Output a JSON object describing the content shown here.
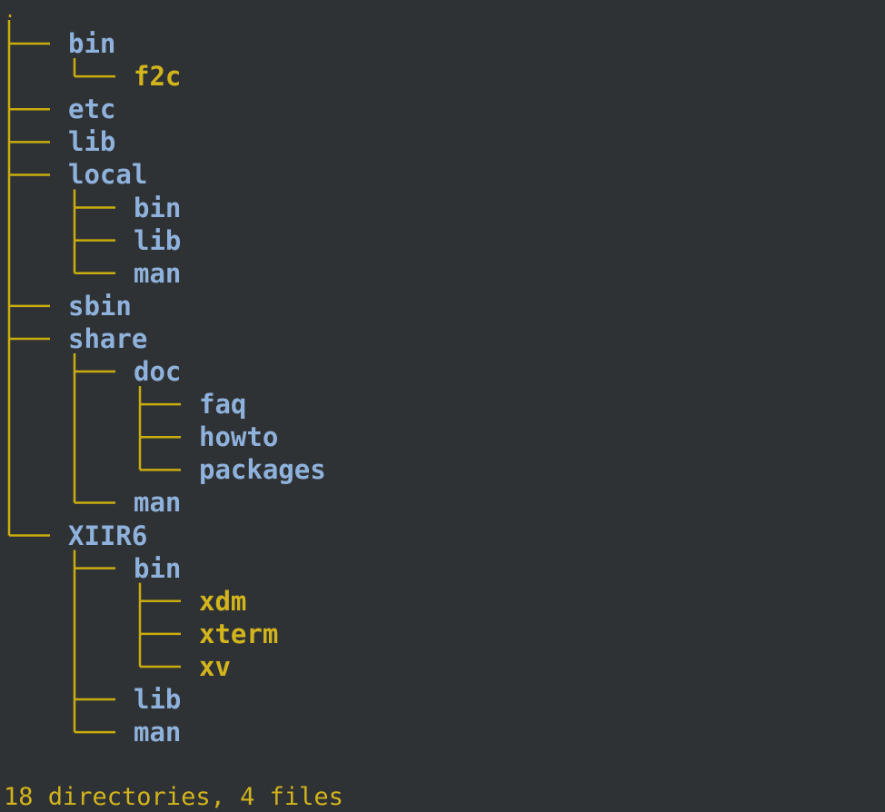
{
  "root": ".",
  "colors": {
    "background": "#2f3235",
    "connector": "#c9ad0e",
    "directory": "#8fb2dc",
    "file": "#d2b41c"
  },
  "entries": [
    {
      "name": "bin",
      "depth": 0,
      "type": "dir"
    },
    {
      "name": "f2c",
      "depth": 1,
      "type": "file"
    },
    {
      "name": "etc",
      "depth": 0,
      "type": "dir"
    },
    {
      "name": "lib",
      "depth": 0,
      "type": "dir"
    },
    {
      "name": "local",
      "depth": 0,
      "type": "dir"
    },
    {
      "name": "bin",
      "depth": 1,
      "type": "dir"
    },
    {
      "name": "lib",
      "depth": 1,
      "type": "dir"
    },
    {
      "name": "man",
      "depth": 1,
      "type": "dir"
    },
    {
      "name": "sbin",
      "depth": 0,
      "type": "dir"
    },
    {
      "name": "share",
      "depth": 0,
      "type": "dir"
    },
    {
      "name": "doc",
      "depth": 1,
      "type": "dir"
    },
    {
      "name": "faq",
      "depth": 2,
      "type": "dir"
    },
    {
      "name": "howto",
      "depth": 2,
      "type": "dir"
    },
    {
      "name": "packages",
      "depth": 2,
      "type": "dir"
    },
    {
      "name": "man",
      "depth": 1,
      "type": "dir"
    },
    {
      "name": "XIIR6",
      "depth": 0,
      "type": "dir"
    },
    {
      "name": "bin",
      "depth": 1,
      "type": "dir"
    },
    {
      "name": "xdm",
      "depth": 2,
      "type": "file"
    },
    {
      "name": "xterm",
      "depth": 2,
      "type": "file"
    },
    {
      "name": "xv",
      "depth": 2,
      "type": "file"
    },
    {
      "name": "lib",
      "depth": 1,
      "type": "dir"
    },
    {
      "name": "man",
      "depth": 1,
      "type": "dir"
    }
  ],
  "summary": "18 directories, 4 files"
}
